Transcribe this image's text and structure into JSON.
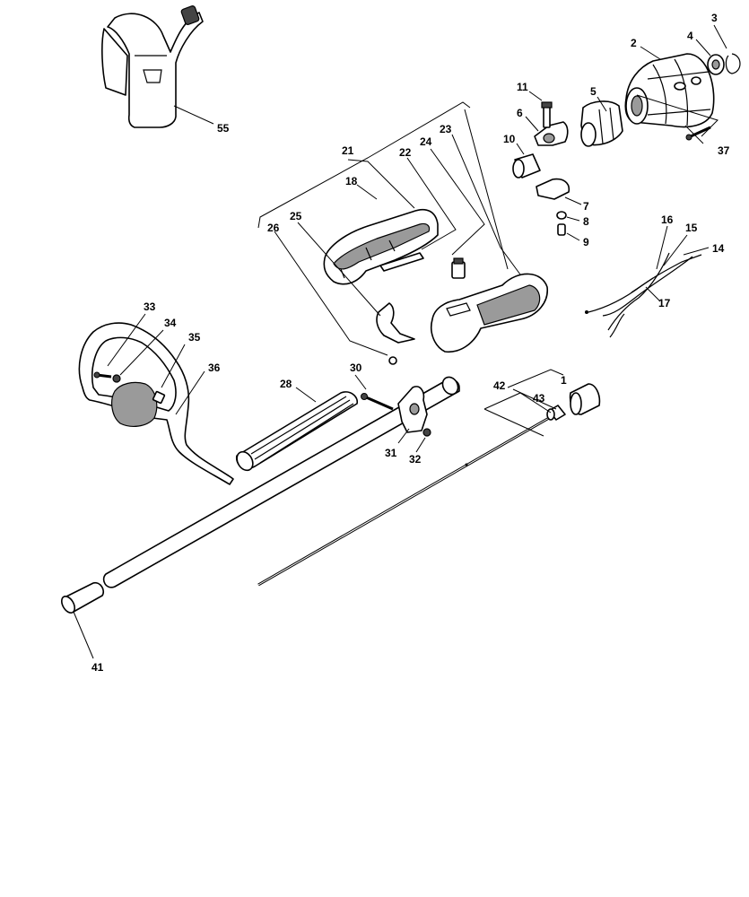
{
  "callouts": {
    "c1": "1",
    "c2": "2",
    "c3": "3",
    "c4": "4",
    "c5": "5",
    "c6": "6",
    "c7": "7",
    "c8": "8",
    "c9": "9",
    "c10": "10",
    "c11": "11",
    "c14": "14",
    "c15": "15",
    "c16": "16",
    "c17": "17",
    "c18": "18",
    "c21": "21",
    "c22": "22",
    "c23": "23",
    "c24": "24",
    "c25": "25",
    "c26": "26",
    "c28": "28",
    "c30": "30",
    "c31": "31",
    "c32": "32",
    "c33": "33",
    "c34": "34",
    "c35": "35",
    "c36": "36",
    "c37": "37",
    "c41": "41",
    "c42": "42",
    "c43": "43",
    "c55": "55"
  }
}
